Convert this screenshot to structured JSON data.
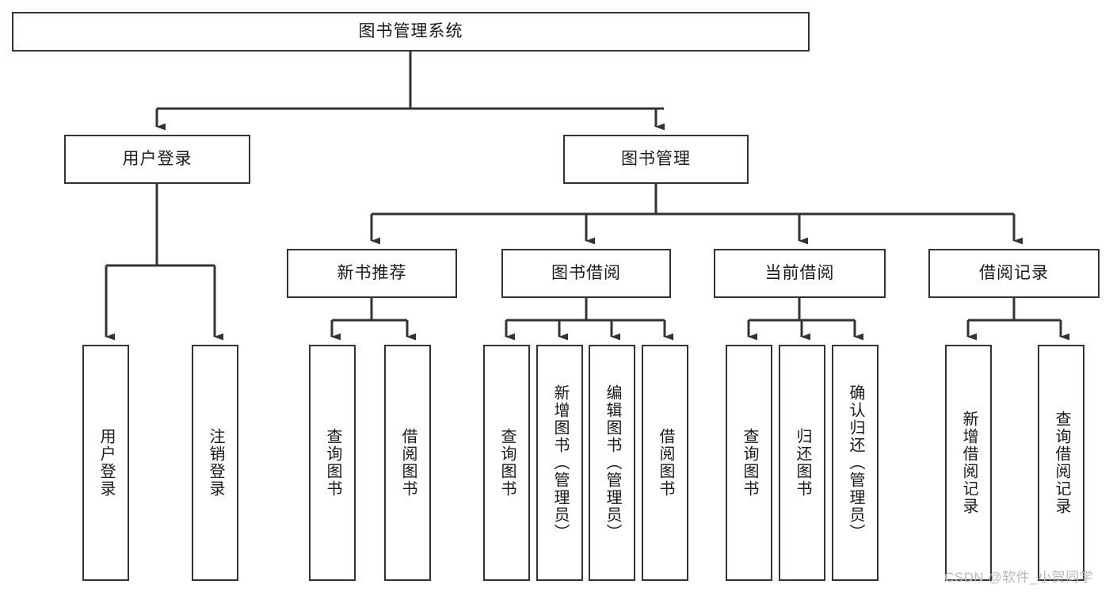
{
  "diagram": {
    "title": "图书管理系统",
    "type": "tree",
    "root": {
      "id": "root",
      "label": "图书管理系统",
      "orientation": "horizontal"
    },
    "level1": [
      {
        "id": "user-login",
        "label": "用户登录",
        "orientation": "horizontal"
      },
      {
        "id": "book-management",
        "label": "图书管理",
        "orientation": "horizontal"
      }
    ],
    "level2": [
      {
        "id": "new-book-recommend",
        "label": "新书推荐",
        "orientation": "horizontal",
        "parent": "book-management"
      },
      {
        "id": "book-borrow",
        "label": "图书借阅",
        "orientation": "horizontal",
        "parent": "book-management"
      },
      {
        "id": "current-borrow",
        "label": "当前借阅",
        "orientation": "horizontal",
        "parent": "book-management"
      },
      {
        "id": "borrow-record",
        "label": "借阅记录",
        "orientation": "horizontal",
        "parent": "book-management"
      }
    ],
    "leaves": [
      {
        "id": "leaf-user-login",
        "label": "用户登录",
        "parent": "user-login"
      },
      {
        "id": "leaf-user-logout",
        "label": "注销登录",
        "parent": "user-login"
      },
      {
        "id": "leaf-query-book-1",
        "label": "查询图书",
        "parent": "new-book-recommend"
      },
      {
        "id": "leaf-borrow-book-1",
        "label": "借阅图书",
        "parent": "new-book-recommend"
      },
      {
        "id": "leaf-query-book-2",
        "label": "查询图书",
        "parent": "book-borrow"
      },
      {
        "id": "leaf-add-book",
        "label": "新增图书（管理员）",
        "parent": "book-borrow"
      },
      {
        "id": "leaf-edit-book",
        "label": "编辑图书（管理员）",
        "parent": "book-borrow"
      },
      {
        "id": "leaf-borrow-book-2",
        "label": "借阅图书",
        "parent": "book-borrow"
      },
      {
        "id": "leaf-query-book-3",
        "label": "查询图书",
        "parent": "current-borrow"
      },
      {
        "id": "leaf-return-book",
        "label": "归还图书",
        "parent": "current-borrow"
      },
      {
        "id": "leaf-confirm-return",
        "label": "确认归还（管理员）",
        "parent": "current-borrow"
      },
      {
        "id": "leaf-add-record",
        "label": "新增借阅记录",
        "parent": "borrow-record"
      },
      {
        "id": "leaf-query-record",
        "label": "查询借阅记录",
        "parent": "borrow-record"
      }
    ],
    "colors": {
      "stroke": "#333333",
      "box_fill": "#ffffff",
      "text": "#1a1a1a",
      "watermark": "#b9b9b9",
      "background": "#ffffff"
    }
  },
  "watermark": {
    "text": "CSDN @软件_小贺同学"
  }
}
